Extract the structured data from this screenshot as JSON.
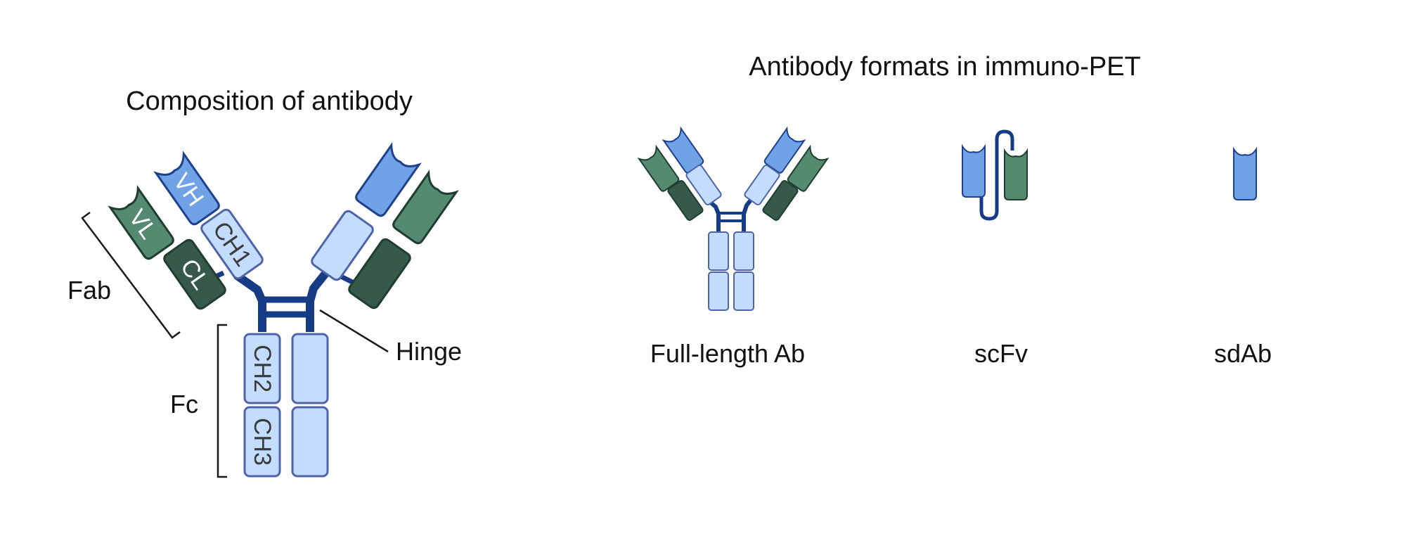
{
  "left_panel": {
    "title": "Composition of antibody",
    "domains": {
      "vh": "VH",
      "vl": "VL",
      "ch1": "CH1",
      "cl": "CL",
      "ch2": "CH2",
      "ch3": "CH3"
    },
    "annotations": {
      "fab": "Fab",
      "fc": "Fc",
      "hinge": "Hinge"
    }
  },
  "right_panel": {
    "title": "Antibody formats in immuno-PET",
    "formats": [
      {
        "label": "Full-length Ab"
      },
      {
        "label": "scFv"
      },
      {
        "label": "sdAb"
      }
    ]
  },
  "colors": {
    "heavy_variable": "#6fa3e6",
    "heavy_constant": "#c3dcff",
    "light_variable": "#548a70",
    "light_constant": "#37594a",
    "heavy_stroke": "#1f3f8f",
    "light_stroke": "#1f3d30",
    "constant_stroke": "#4e64a8",
    "hinge": "#173c86",
    "bracket": "#1a1a1a"
  }
}
